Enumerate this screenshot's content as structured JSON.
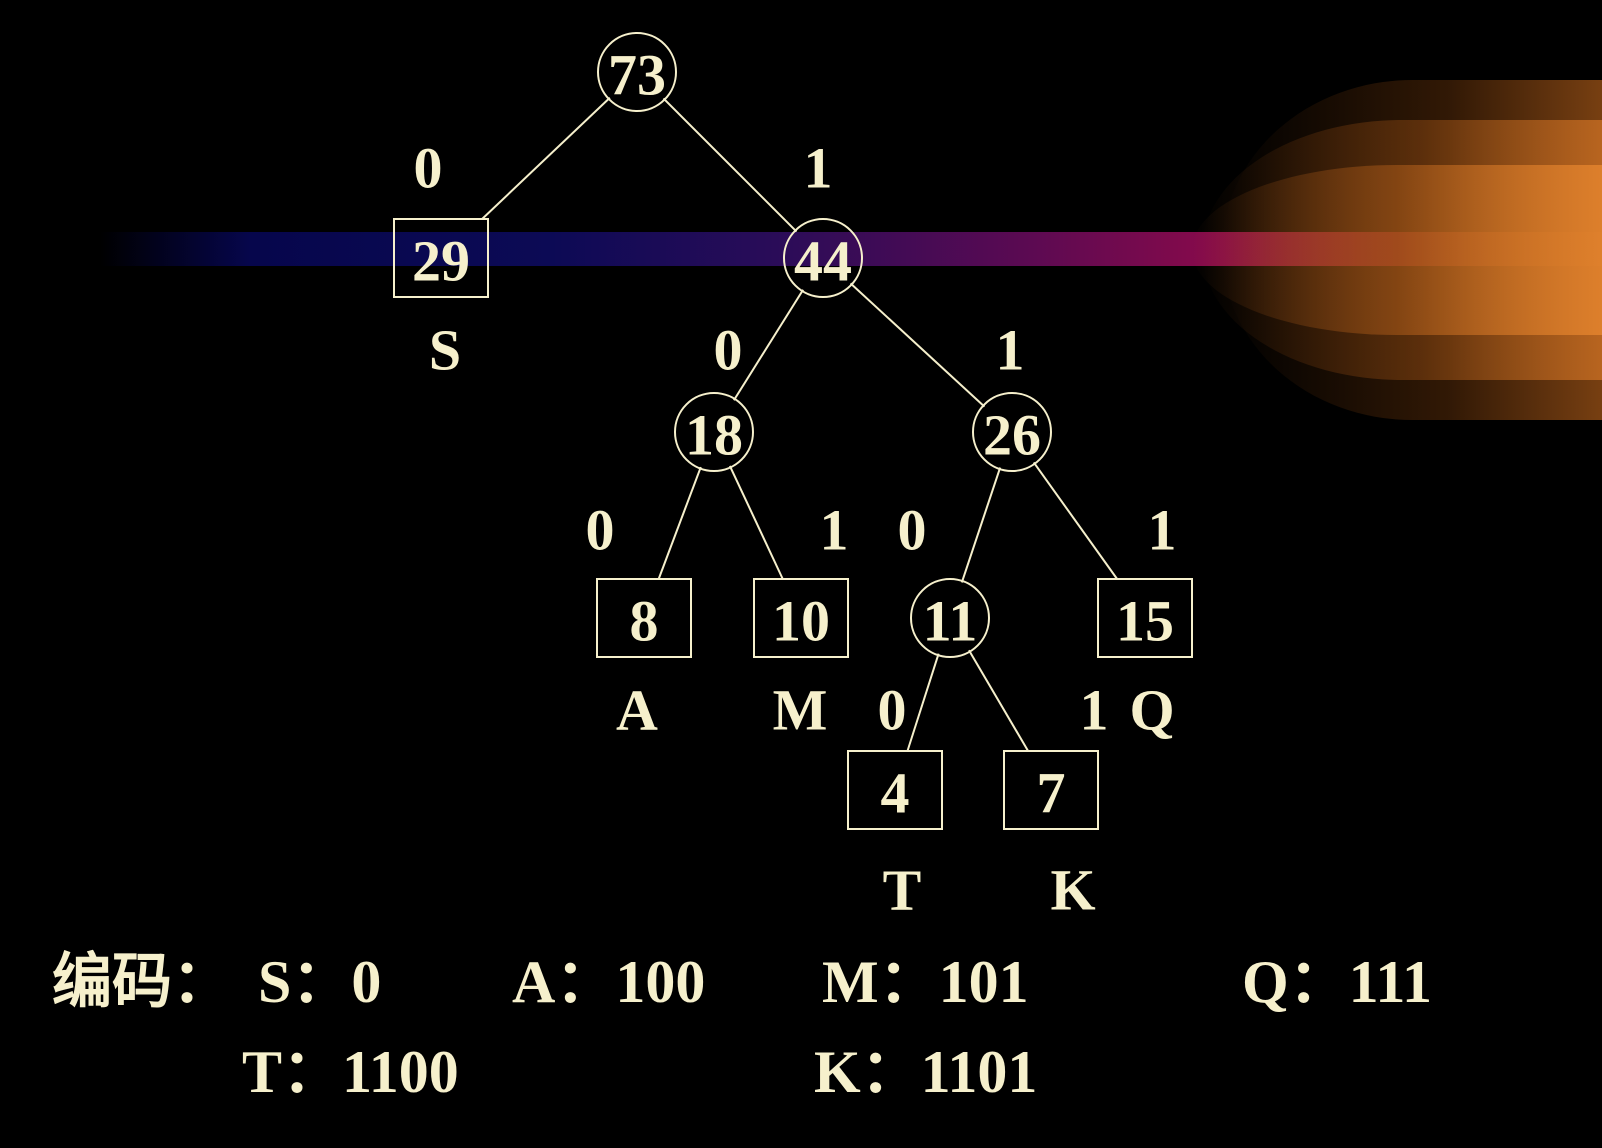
{
  "diagram": {
    "colors": {
      "foreground": "#f6f0cc",
      "background": "#000000"
    },
    "nodes": [
      {
        "id": "n73",
        "value": "73",
        "shape": "circle"
      },
      {
        "id": "n29",
        "value": "29",
        "shape": "box",
        "symbol": "S"
      },
      {
        "id": "n44",
        "value": "44",
        "shape": "circle"
      },
      {
        "id": "n18",
        "value": "18",
        "shape": "circle"
      },
      {
        "id": "n26",
        "value": "26",
        "shape": "circle"
      },
      {
        "id": "n8",
        "value": "8",
        "shape": "box",
        "symbol": "A"
      },
      {
        "id": "n10",
        "value": "10",
        "shape": "box",
        "symbol": "M"
      },
      {
        "id": "n11",
        "value": "11",
        "shape": "circle"
      },
      {
        "id": "n15",
        "value": "15",
        "shape": "box",
        "symbol": "Q"
      },
      {
        "id": "n4",
        "value": "4",
        "shape": "box",
        "symbol": "T"
      },
      {
        "id": "n7",
        "value": "7",
        "shape": "box",
        "symbol": "K"
      }
    ],
    "edges": [
      {
        "from": "n73",
        "to": "n29",
        "bit": "0"
      },
      {
        "from": "n73",
        "to": "n44",
        "bit": "1"
      },
      {
        "from": "n44",
        "to": "n18",
        "bit": "0"
      },
      {
        "from": "n44",
        "to": "n26",
        "bit": "1"
      },
      {
        "from": "n18",
        "to": "n8",
        "bit": "0"
      },
      {
        "from": "n18",
        "to": "n10",
        "bit": "1"
      },
      {
        "from": "n26",
        "to": "n11",
        "bit": "0"
      },
      {
        "from": "n26",
        "to": "n15",
        "bit": "1"
      },
      {
        "from": "n11",
        "to": "n4",
        "bit": "0"
      },
      {
        "from": "n11",
        "to": "n7",
        "bit": "1"
      }
    ]
  },
  "codes": {
    "label": "编码：",
    "items": [
      {
        "id": "S",
        "text": "S：0"
      },
      {
        "id": "A",
        "text": "A：100"
      },
      {
        "id": "M",
        "text": "M：101"
      },
      {
        "id": "Q",
        "text": "Q：111"
      },
      {
        "id": "T",
        "text": "T：1100"
      },
      {
        "id": "K",
        "text": "K：1101"
      }
    ]
  }
}
